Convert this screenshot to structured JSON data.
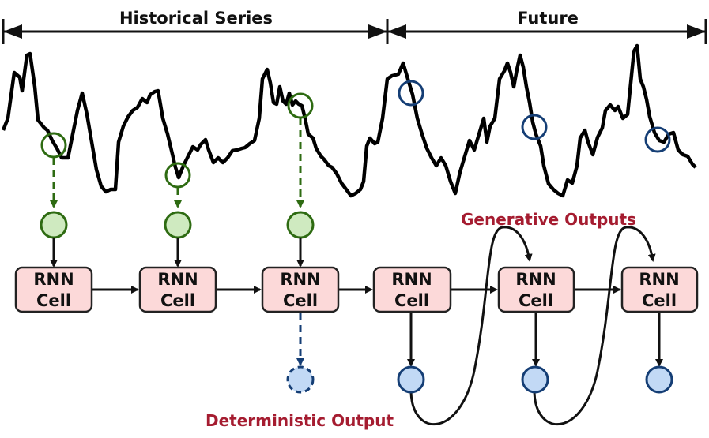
{
  "labels": {
    "historical": "Historical Series",
    "future": "Future",
    "generative": "Generative Outputs",
    "deterministic": "Deterministic Output"
  },
  "cell": {
    "line1": "RNN",
    "line2": "Cell"
  },
  "colors": {
    "green_stroke": "#2e6b12",
    "green_fill": "#cfeac0",
    "blue_stroke": "#153e75",
    "blue_fill": "#c2d9f5",
    "cell_fill": "#fcd9d9",
    "cell_stroke": "#222222",
    "red_label": "#a51c30",
    "series": "#000000"
  }
}
